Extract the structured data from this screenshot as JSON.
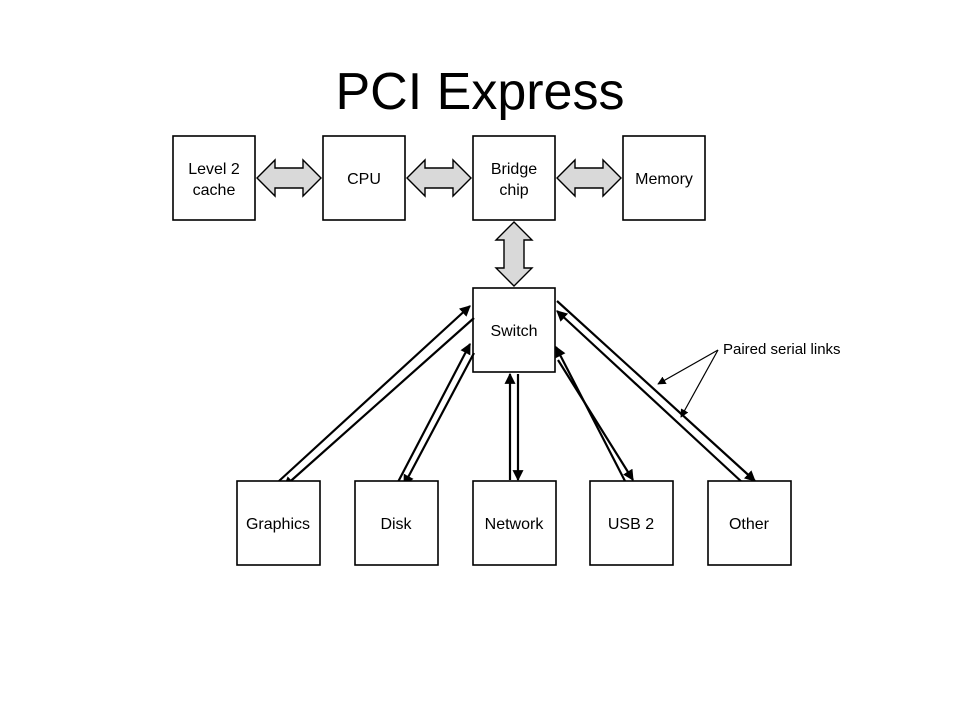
{
  "title": "PCI Express",
  "boxes": {
    "l2cache": {
      "line1": "Level 2",
      "line2": "cache"
    },
    "cpu": {
      "label": "CPU"
    },
    "bridge": {
      "line1": "Bridge",
      "line2": "chip"
    },
    "memory": {
      "label": "Memory"
    },
    "switch": {
      "label": "Switch"
    },
    "graphics": {
      "label": "Graphics"
    },
    "disk": {
      "label": "Disk"
    },
    "network": {
      "label": "Network"
    },
    "usb": {
      "label": "USB 2"
    },
    "other": {
      "label": "Other"
    }
  },
  "annotation": {
    "label": "Paired serial links"
  }
}
